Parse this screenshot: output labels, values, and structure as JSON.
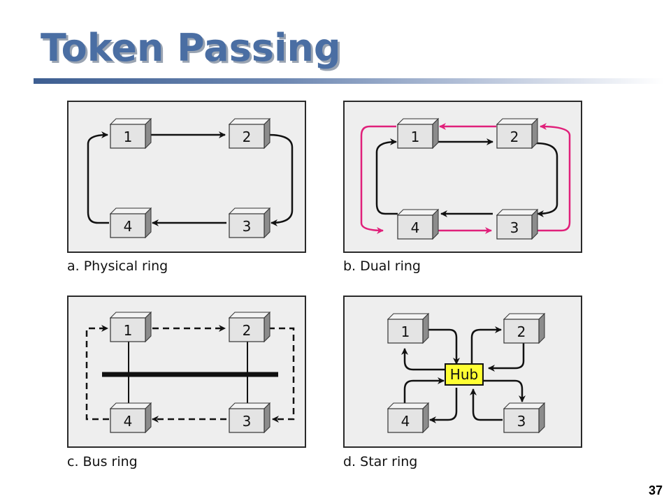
{
  "title": "Token Passing",
  "page_number": "37",
  "colors": {
    "title": "#4a6ea3",
    "ring_secondary": "#e0207a",
    "hub_fill": "#ffff33",
    "node_face": "#e4e4e4",
    "panel_bg": "#eeeeee"
  },
  "panels": [
    {
      "id": "physical",
      "caption": "a. Physical ring",
      "nodes": [
        "1",
        "2",
        "3",
        "4"
      ]
    },
    {
      "id": "dual",
      "caption": "b. Dual ring",
      "nodes": [
        "1",
        "2",
        "3",
        "4"
      ]
    },
    {
      "id": "bus",
      "caption": "c. Bus ring",
      "nodes": [
        "1",
        "2",
        "3",
        "4"
      ]
    },
    {
      "id": "star",
      "caption": "d. Star ring",
      "nodes": [
        "1",
        "2",
        "3",
        "4"
      ],
      "hub": "Hub"
    }
  ]
}
